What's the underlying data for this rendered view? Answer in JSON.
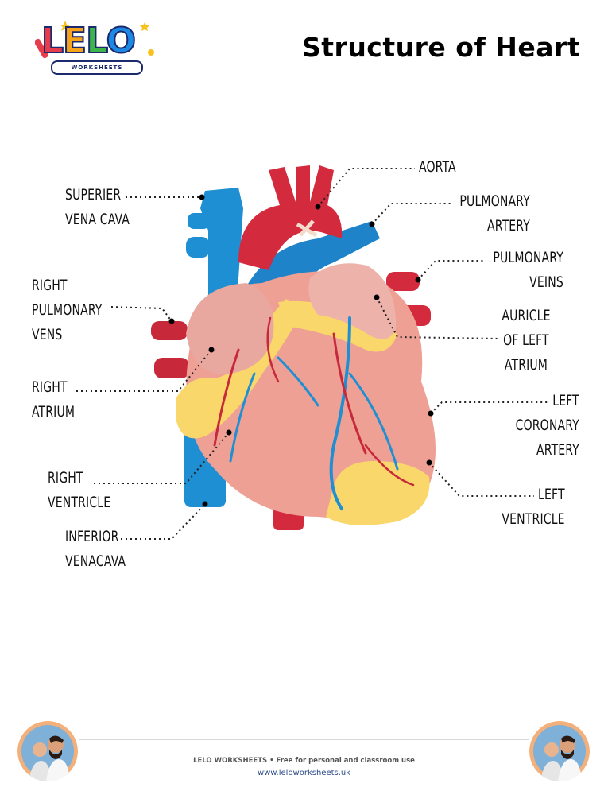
{
  "header": {
    "title": "Structure of Heart",
    "logo_word": "LELO",
    "logo_tag": "WORKSHEETS"
  },
  "labels": {
    "aorta": [
      "AORTA"
    ],
    "superior_vena_cava": [
      "SUPERIER",
      "VENA CAVA"
    ],
    "pulmonary_artery": [
      "PULMONARY",
      "ARTERY"
    ],
    "pulmonary_veins": [
      "PULMONARY",
      "VEINS"
    ],
    "right_pulmonary_veins": [
      "RIGHT",
      "PULMONARY",
      "VENS"
    ],
    "auricle_left_atrium": [
      "AURICLE",
      "OF LEFT",
      "ATRIUM"
    ],
    "right_atrium": [
      "RIGHT",
      "ATRIUM"
    ],
    "left_coronary_artery": [
      "LEFT",
      "CORONARY",
      "ARTERY"
    ],
    "right_ventricle": [
      "RIGHT",
      "VENTRICLE"
    ],
    "left_ventricle": [
      "LEFT",
      "VENTRICLE"
    ],
    "inferior_vena_cava": [
      "INFERIOR",
      "VENACAVA"
    ]
  },
  "footer": {
    "text": "LELO WORKSHEETS  •  Free for personal and classroom use",
    "url": "www.leloworksheets.uk"
  },
  "colors": {
    "artery_red": "#d42a3e",
    "vein_blue": "#1f8fd4",
    "muscle_pink": "#eea095",
    "fat_yellow": "#f9d76a"
  }
}
